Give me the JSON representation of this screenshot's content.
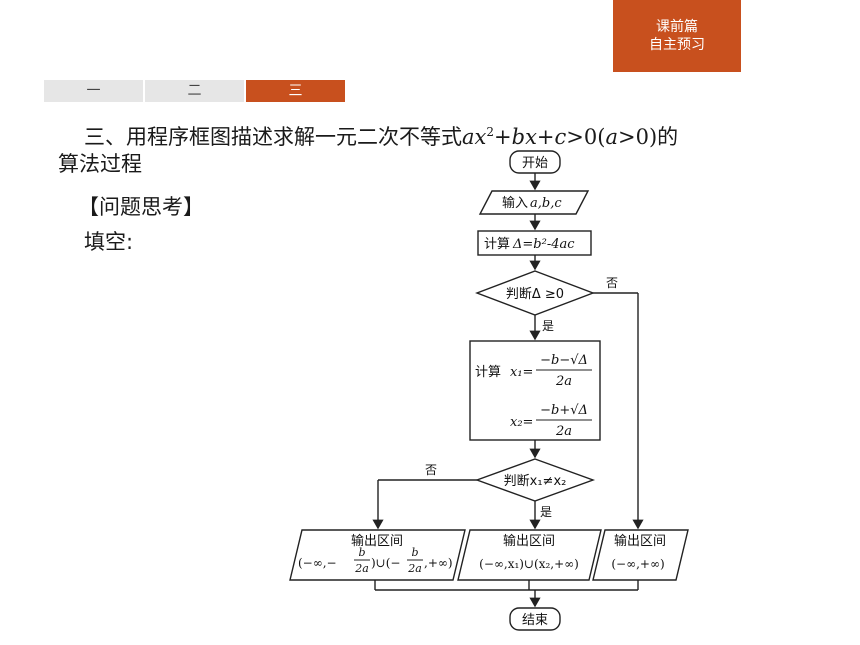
{
  "header": {
    "badge_line1": "课前篇",
    "badge_line2": "自主预习",
    "tabs": [
      "一",
      "二",
      "三"
    ],
    "active_tab": 2
  },
  "content": {
    "heading_prefix": "三、用程序框图描述求解一元二次不等式",
    "heading_suffix": "的",
    "heading_line2": "算法过程",
    "think_label": "【问题思考】",
    "fill_label": "填空:"
  },
  "flowchart": {
    "start": "开始",
    "input_label": "输入",
    "input_vars": "a,b,c",
    "compute_label": "计算",
    "compute_expr": "Δ=b²-4ac",
    "decision1": "判断Δ ≥0",
    "no1": "否",
    "yes1": "是",
    "compute2_label": "计算",
    "x1_label": "x₁=",
    "x2_label": "x₂=",
    "num1": "−b−√Δ",
    "num2": "−b+√Δ",
    "den": "2a",
    "decision2": "判断x₁≠x₂",
    "no2": "否",
    "yes2": "是",
    "out_title": "输出区间",
    "out1_a": "(−∞,−",
    "out1_b": ")∪(−",
    "out1_c": ",+∞)",
    "frac_num": "b",
    "frac_den": "2a",
    "out2": "(−∞,x₁)∪(x₂,+∞)",
    "out3": "(−∞,+∞)",
    "end": "结束"
  }
}
